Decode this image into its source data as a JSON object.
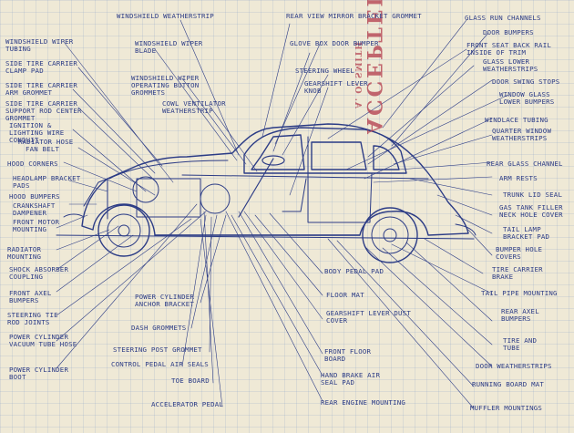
{
  "stamp": {
    "text": "ACCEPTED",
    "subtext": "A. O. SMITH"
  },
  "labels": {
    "windshield_weatherstrip": "WINDSHIELD WEATHERSTRIP",
    "rear_view_mirror_grommet": "REAR VIEW MIRROR BRACKET GROMMET",
    "glass_run_channels": "GLASS RUN CHANNELS",
    "door_bumpers": "DOOR BUMPERS",
    "windshield_wiper_tubing": "WINDSHIELD WIPER TUBING",
    "windshield_wiper_blade": "WINDSHIELD WIPER BLADE",
    "glove_box_door_bumper": "GLOVE BOX DOOR BUMPER",
    "front_seat_back_rail": "FRONT SEAT BACK RAIL INSIDE OF TRIM",
    "side_tire_clamp_pad": "SIDE TIRE CARRIER CLAMP PAD",
    "glass_lower_weatherstrips": "GLASS LOWER WEATHERSTRIPS",
    "steering_wheel": "STEERING WHEEL",
    "side_tire_arm_grommet": "SIDE TIRE CARRIER ARM GROMMET",
    "wiper_button_grommets": "WINDSHIELD WIPER OPERATING BUTTON GROMMETS",
    "gearshift_lever_knob": "GEARSHIFT LEVER KNOB",
    "door_swing_stops": "DOOR SWING STOPS",
    "side_tire_support_rod": "SIDE TIRE CARRIER SUPPORT ROD CENTER GROMMET",
    "cowl_ventilator_strip": "COWL VENTILATOR WEATHERSTRIP",
    "window_glass_lower_bumpers": "WINDOW GLASS LOWER BUMPERS",
    "ignition_conduit": "IGNITION & LIGHTING WIRE CONDUIT",
    "windlace_tubing": "WINDLACE TUBING",
    "radiator_hose": "RADIATOR HOSE",
    "quarter_window_weatherstrips": "QUARTER WINDOW WEATHERSTRIPS",
    "fan_belt": "FAN BELT",
    "hood_corners": "HOOD CORNERS",
    "rear_glass_channel": "REAR GLASS CHANNEL",
    "headlamp_bracket_pads": "HEADLAMP BRACKET PADS",
    "arm_rests": "ARM RESTS",
    "hood_bumpers": "HOOD BUMPERS",
    "trunk_lid_seal": "TRUNK LID SEAL",
    "crankshaft_dampener": "CRANKSHAFT DAMPENER",
    "gas_tank_hole_cover": "GAS TANK FILLER NECK HOLE COVER",
    "front_motor_mounting": "FRONT MOTOR MOUNTING",
    "tail_lamp_bracket_pad": "TAIL LAMP BRACKET PAD",
    "radiator_mounting": "RADIATOR MOUNTING",
    "bumper_hole_covers": "BUMPER HOLE COVERS",
    "shock_absorber_coupling": "SHOCK ABSORBER COUPLING",
    "tire_carrier_brake": "TIRE CARRIER BRAKE",
    "front_axle_bumpers": "FRONT AXEL BUMPERS",
    "body_pedal_pad": "BODY PEDAL PAD",
    "tail_pipe_mounting": "TAIL PIPE MOUNTING",
    "floor_mat": "FLOOR MAT",
    "power_cylinder_bracket": "POWER CYLINDER ANCHOR BRACKET",
    "gearshift_dust_cover": "GEARSHIFT LEVER DUST COVER",
    "steering_rod_joints": "STEERING TIE ROD JOINTS",
    "rear_axle_bumpers": "REAR AXEL BUMPERS",
    "dash_grommets": "DASH GROMMETS",
    "power_cylinder_hose": "POWER CYLINDER VACUUM TUBE HOSE",
    "tire_and_tube": "TIRE AND TUBE",
    "front_floor_board": "FRONT FLOOR BOARD",
    "steering_post_grommet": "STEERING POST GROMMET",
    "control_pedal_seals": "CONTROL PEDAL AIR SEALS",
    "door_weatherstrips": "DOOR WEATHERSTRIPS",
    "power_cylinder_boot": "POWER CYLINDER BOOT",
    "hand_brake_pad": "HAND BRAKE AIR SEAL PAD",
    "toe_board": "TOE BOARD",
    "running_board_mat": "RUNNING BOARD MAT",
    "rear_engine_mounting": "REAR ENGINE MOUNTING",
    "accelerator_pedal": "ACCELERATOR PEDAL",
    "muffler_mountings": "MUFFLER MOUNTINGS"
  }
}
